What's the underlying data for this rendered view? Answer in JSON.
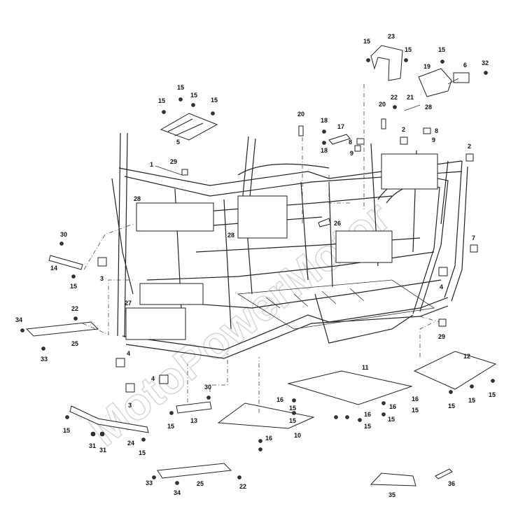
{
  "watermark": "MotoPowerMotor",
  "callouts": [
    {
      "id": "c1",
      "text": "1"
    },
    {
      "id": "c2",
      "text": "2"
    },
    {
      "id": "c2b",
      "text": "2"
    },
    {
      "id": "c3",
      "text": "3"
    },
    {
      "id": "c3b",
      "text": "3"
    },
    {
      "id": "c4",
      "text": "4"
    },
    {
      "id": "c4b",
      "text": "4"
    },
    {
      "id": "c4c",
      "text": "4"
    },
    {
      "id": "c5",
      "text": "5"
    },
    {
      "id": "c6",
      "text": "6"
    },
    {
      "id": "c7",
      "text": "7"
    },
    {
      "id": "c8",
      "text": "8"
    },
    {
      "id": "c8b",
      "text": "8"
    },
    {
      "id": "c9",
      "text": "9"
    },
    {
      "id": "c9b",
      "text": "9"
    },
    {
      "id": "c10",
      "text": "10"
    },
    {
      "id": "c11",
      "text": "11"
    },
    {
      "id": "c12",
      "text": "12"
    },
    {
      "id": "c13",
      "text": "13"
    },
    {
      "id": "c14",
      "text": "14"
    },
    {
      "id": "c15a",
      "text": "15"
    },
    {
      "id": "c15b",
      "text": "15"
    },
    {
      "id": "c15c",
      "text": "15"
    },
    {
      "id": "c15d",
      "text": "15"
    },
    {
      "id": "c15e",
      "text": "15"
    },
    {
      "id": "c15f",
      "text": "15"
    },
    {
      "id": "c15g",
      "text": "15"
    },
    {
      "id": "c15h",
      "text": "15"
    },
    {
      "id": "c15i",
      "text": "15"
    },
    {
      "id": "c15j",
      "text": "15"
    },
    {
      "id": "c15k",
      "text": "15"
    },
    {
      "id": "c15l",
      "text": "15"
    },
    {
      "id": "c15m",
      "text": "15"
    },
    {
      "id": "c15n",
      "text": "15"
    },
    {
      "id": "c15o",
      "text": "15"
    },
    {
      "id": "c15p",
      "text": "15"
    },
    {
      "id": "c15q",
      "text": "15"
    },
    {
      "id": "c15r",
      "text": "15"
    },
    {
      "id": "c15s",
      "text": "15"
    },
    {
      "id": "c16a",
      "text": "16"
    },
    {
      "id": "c16b",
      "text": "16"
    },
    {
      "id": "c16c",
      "text": "16"
    },
    {
      "id": "c16d",
      "text": "16"
    },
    {
      "id": "c16e",
      "text": "16"
    },
    {
      "id": "c17",
      "text": "17"
    },
    {
      "id": "c18",
      "text": "18"
    },
    {
      "id": "c18b",
      "text": "18"
    },
    {
      "id": "c19",
      "text": "19"
    },
    {
      "id": "c20",
      "text": "20"
    },
    {
      "id": "c20b",
      "text": "20"
    },
    {
      "id": "c21",
      "text": "21"
    },
    {
      "id": "c22",
      "text": "22"
    },
    {
      "id": "c22b",
      "text": "22"
    },
    {
      "id": "c22c",
      "text": "22"
    },
    {
      "id": "c23",
      "text": "23"
    },
    {
      "id": "c24",
      "text": "24"
    },
    {
      "id": "c25",
      "text": "25"
    },
    {
      "id": "c25b",
      "text": "25"
    },
    {
      "id": "c26",
      "text": "26"
    },
    {
      "id": "c27",
      "text": "27"
    },
    {
      "id": "c28",
      "text": "28"
    },
    {
      "id": "c28b",
      "text": "28"
    },
    {
      "id": "c28c",
      "text": "28"
    },
    {
      "id": "c29",
      "text": "29"
    },
    {
      "id": "c29b",
      "text": "29"
    },
    {
      "id": "c30",
      "text": "30"
    },
    {
      "id": "c30b",
      "text": "30"
    },
    {
      "id": "c31",
      "text": "31"
    },
    {
      "id": "c31b",
      "text": "31"
    },
    {
      "id": "c32",
      "text": "32"
    },
    {
      "id": "c33",
      "text": "33"
    },
    {
      "id": "c33b",
      "text": "33"
    },
    {
      "id": "c34",
      "text": "34"
    },
    {
      "id": "c34b",
      "text": "34"
    },
    {
      "id": "c35",
      "text": "35"
    },
    {
      "id": "c36",
      "text": "36"
    }
  ]
}
